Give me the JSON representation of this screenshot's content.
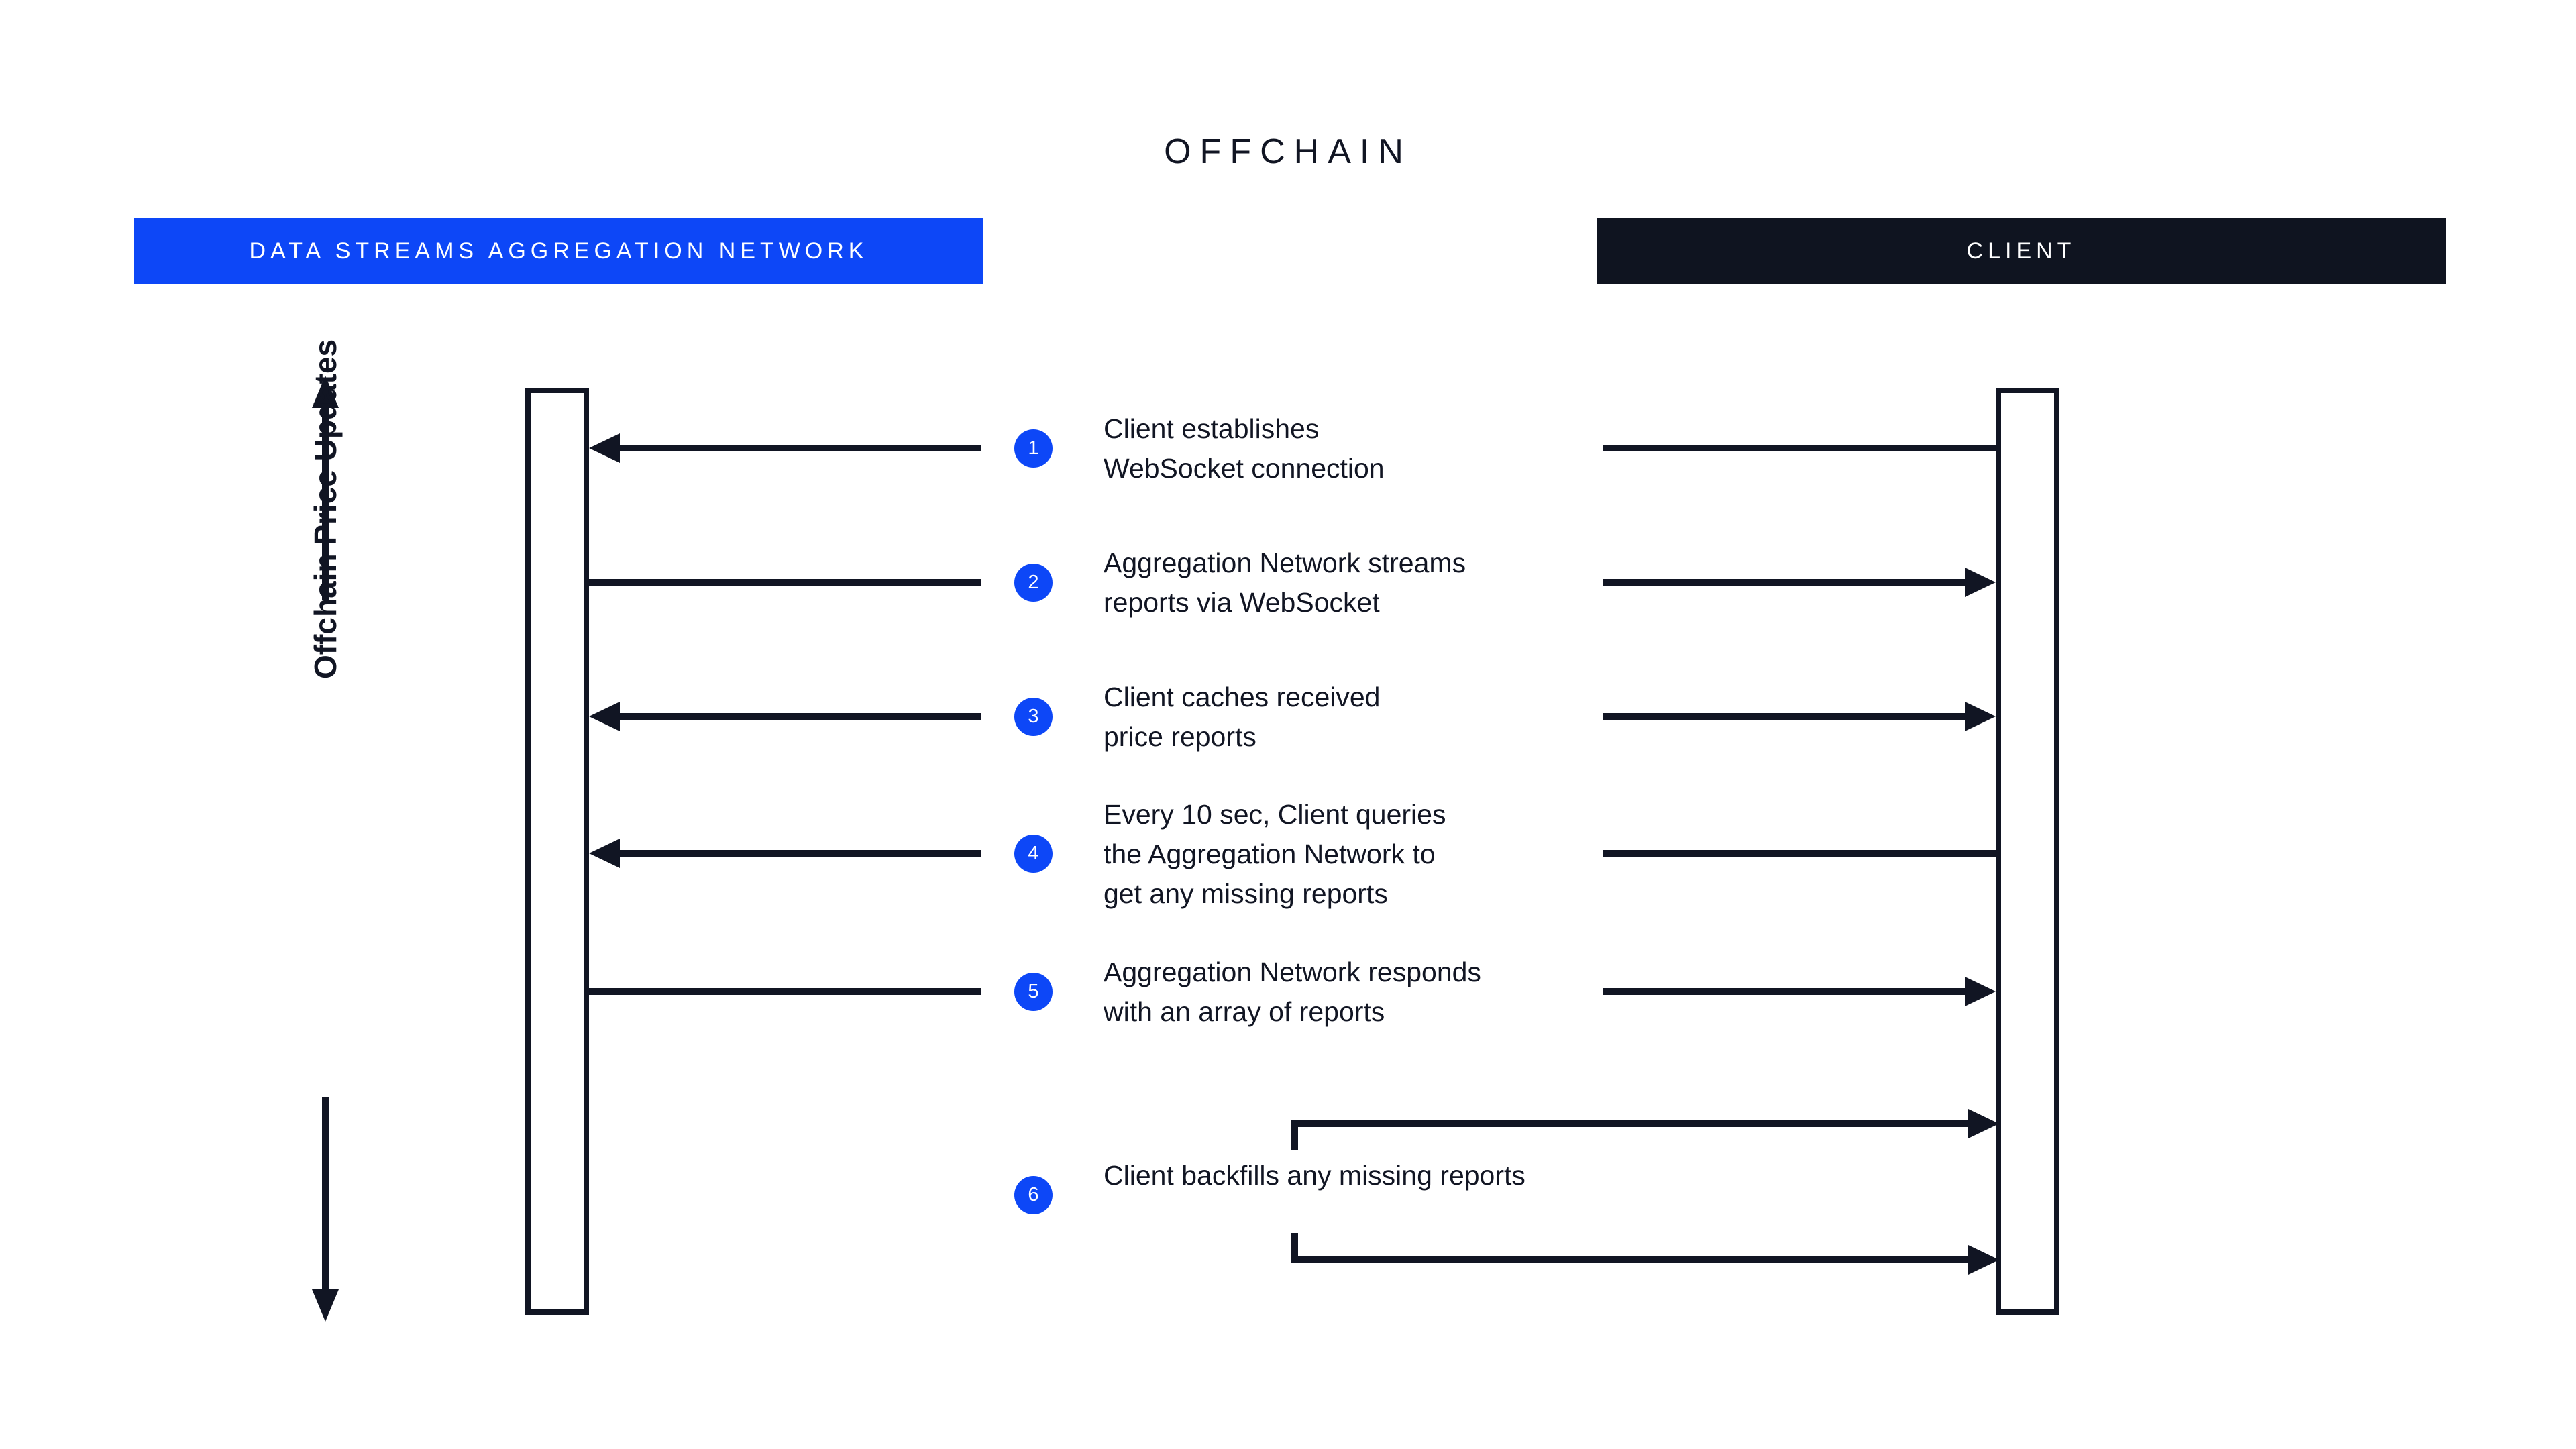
{
  "diagram": {
    "title": "OFFCHAIN",
    "colors": {
      "accent_blue": "#0D47F7",
      "dark": "#111523",
      "header_dark": "#0F1420",
      "background": "#FFFFFF"
    },
    "lanes": [
      {
        "id": "network",
        "label": "DATA STREAMS AGGREGATION NETWORK",
        "bar_color": "#0D47F7"
      },
      {
        "id": "client",
        "label": "CLIENT",
        "bar_color": "#0F1420"
      }
    ],
    "range_annotation": {
      "label": "Offchain Price Updates",
      "arrow": "double-headed-vertical"
    },
    "steps": [
      {
        "number": "1",
        "text": "Client establishes\nWebSocket connection",
        "left_direction": "to-network",
        "right_direction": "plain"
      },
      {
        "number": "2",
        "text": "Aggregation Network streams\nreports via WebSocket",
        "left_direction": "plain",
        "right_direction": "to-client"
      },
      {
        "number": "3",
        "text": "Client caches received\nprice reports",
        "left_direction": "to-network",
        "right_direction": "to-client"
      },
      {
        "number": "4",
        "text": "Every 10 sec, Client queries\nthe Aggregation Network to\nget any missing reports",
        "left_direction": "to-network",
        "right_direction": "plain"
      },
      {
        "number": "5",
        "text": "Aggregation Network responds\nwith an array of reports",
        "left_direction": "plain",
        "right_direction": "to-client"
      },
      {
        "number": "6",
        "text": "Client backfills any missing reports",
        "left_direction": "none",
        "right_direction": "self-loop-to-client"
      }
    ]
  }
}
